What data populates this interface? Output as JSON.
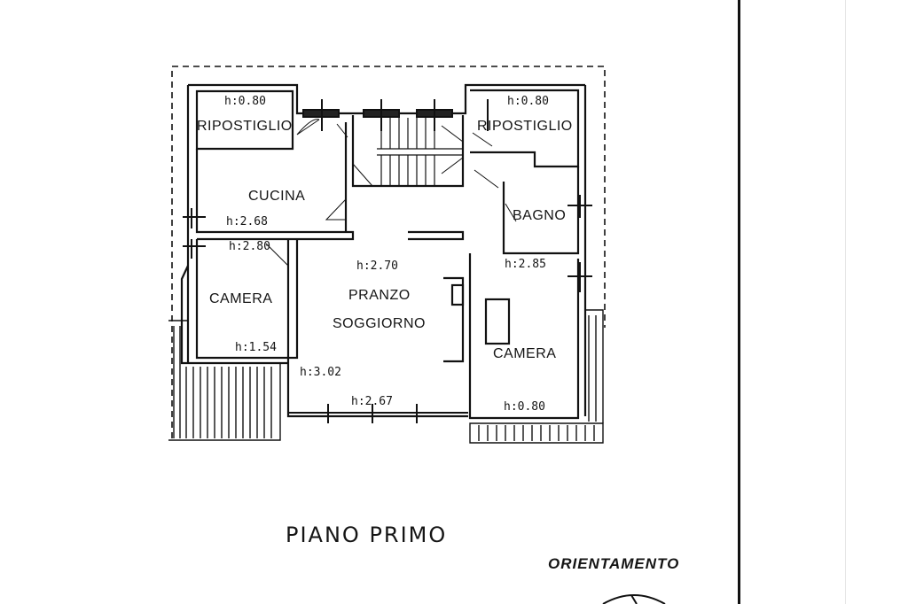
{
  "title": "PIANO PRIMO",
  "orientation_label": "ORIENTAMENTO",
  "rooms": {
    "ripostiglio_left": "RIPOSTIGLIO",
    "ripostiglio_right": "RIPOSTIGLIO",
    "cucina": "CUCINA",
    "bagno": "BAGNO",
    "camera_left": "CAMERA",
    "pranzo": "PRANZO",
    "soggiorno": "SOGGIORNO",
    "camera_right": "CAMERA"
  },
  "heights": {
    "ripostiglio_left": "h:0.80",
    "ripostiglio_right": "h:0.80",
    "cucina": "h:2.68",
    "camera_left_top": "h:2.80",
    "camera_left_bottom": "h:1.54",
    "pranzo": "h:2.70",
    "bagno_camera": "h:2.85",
    "soggiorno_left": "h:3.02",
    "soggiorno_bottom": "h:2.67",
    "camera_right_bottom": "h:0.80"
  }
}
